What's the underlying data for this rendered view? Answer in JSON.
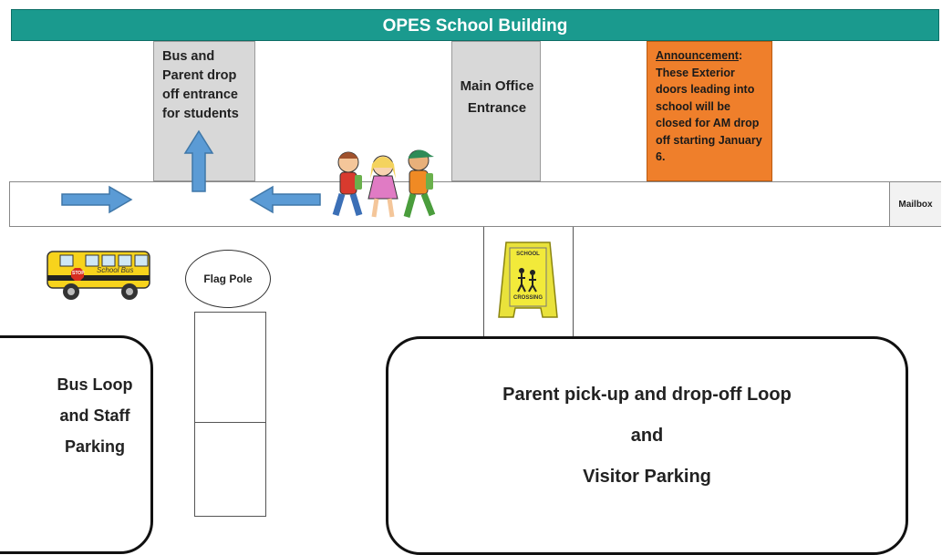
{
  "banner": {
    "title": "OPES School Building"
  },
  "entrances": {
    "bus_parent": "Bus and Parent drop off entrance for students",
    "main_office": "Main Office Entrance"
  },
  "announcement": {
    "heading": "Announcement",
    "body": "These Exterior doors leading into school will be closed for AM drop off starting January 6."
  },
  "mailbox": "Mailbox",
  "flag_pole": "Flag Pole",
  "school_bus": {
    "label": "School Bus",
    "sign": "STOP"
  },
  "crossing_sign": {
    "top": "SCHOOL",
    "bottom": "CROSSING"
  },
  "bus_loop": "Bus Loop and Staff Parking",
  "parent_loop": {
    "line1": "Parent pick-up and drop-off Loop",
    "line2": "and",
    "line3": "Visitor Parking"
  },
  "colors": {
    "banner": "#1a9a8e",
    "announcement": "#ef7f2b",
    "arrow": "#5b9bd5",
    "entrance": "#d8d8d8",
    "bus": "#f7d31c",
    "crossing": "#e9e23b"
  }
}
